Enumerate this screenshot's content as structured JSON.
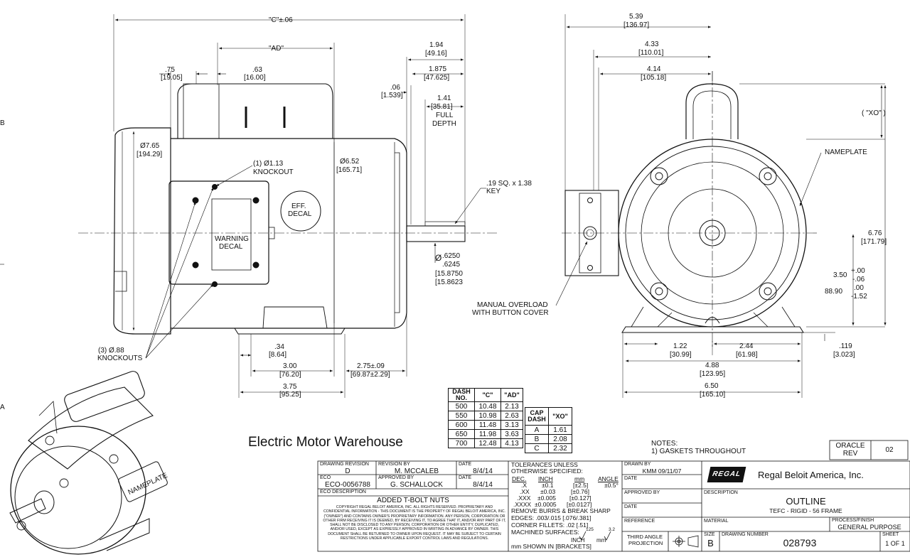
{
  "brand_caption": "Electric Motor Warehouse",
  "side_view": {
    "dim_c": "\"C\"±.06",
    "dim_ad": "\"AD\"",
    "d75": ".75",
    "d75_mm": "[19.05]",
    "d63": ".63",
    "d63_mm": "[16.00]",
    "d194": "1.94",
    "d194_mm": "[49.16]",
    "d1875": "1.875",
    "d1875_mm": "[47.625]",
    "d06": ".06",
    "d06_mm": "[1.539]",
    "d141": "1.41",
    "d141_mm": "[35.81]",
    "full_depth": "FULL",
    "full_depth2": "DEPTH",
    "d765": "Ø7.65",
    "d765_mm": "[194.29]",
    "knockout113": "(1) Ø1.13",
    "knockout113b": "KNOCKOUT",
    "d652": "Ø6.52",
    "d652_mm": "[165.71]",
    "eff_decal": "EFF.",
    "eff_decal2": "DECAL",
    "warning_decal": "WARNING",
    "warning_decal2": "DECAL",
    "key": ".19 SQ. x 1.38",
    "key2": "KEY",
    "shaft1": ".6250",
    "shaft2": ".6245",
    "shaft_mm1": "[15.8750",
    "shaft_mm2": "[15.8623",
    "shaft_phi": "Ø",
    "knockouts088": "(3) Ø.88",
    "knockouts088b": "KNOCKOUTS",
    "d34": ".34",
    "d34_mm": "[8.64]",
    "d300": "3.00",
    "d300_mm": "[76.20]",
    "d375": "3.75",
    "d375_mm": "[95.25]",
    "d275": "2.75±.09",
    "d275_mm": "[69.87±2.29]"
  },
  "end_view": {
    "d539": "5.39",
    "d539_mm": "[136.97]",
    "d433": "4.33",
    "d433_mm": "[110.01]",
    "d414": "4.14",
    "d414_mm": "[105.18]",
    "xo": "( \"XO\" )",
    "nameplate": "NAMEPLATE",
    "d676": "6.76",
    "d676_mm": "[171.79]",
    "d350": "3.50",
    "d350_tol_plus": "+.00",
    "d350_tol_minus": "-.06",
    "d350_mm": "88.90",
    "d350_mm_tol_plus": ".00",
    "d350_mm_tol_minus": "-1.52",
    "manual_overload": "MANUAL OVERLOAD",
    "manual_overload2": "WITH BUTTON COVER",
    "d122": "1.22",
    "d122_mm": "[30.99]",
    "d244": "2.44",
    "d244_mm": "[61.98]",
    "d488": "4.88",
    "d488_mm": "[123.95]",
    "d650": "6.50",
    "d650_mm": "[165.10]",
    "d119": ".119",
    "d119_mm": "[3.023]"
  },
  "iso_view": {
    "nameplate": "NAMEPLATE"
  },
  "dash_table": {
    "headers": [
      "DASH NO.",
      "\"C\"",
      "\"AD\""
    ],
    "rows": [
      [
        "500",
        "10.48",
        "2.13"
      ],
      [
        "550",
        "10.98",
        "2.63"
      ],
      [
        "600",
        "11.48",
        "3.13"
      ],
      [
        "650",
        "11.98",
        "3.63"
      ],
      [
        "700",
        "12.48",
        "4.13"
      ]
    ]
  },
  "cap_table": {
    "headers": [
      "CAP DASH",
      "\"XO\""
    ],
    "rows": [
      [
        "A",
        "1.61"
      ],
      [
        "B",
        "2.08"
      ],
      [
        "C",
        "2.32"
      ]
    ]
  },
  "notes": {
    "title": "NOTES:",
    "line1": "1) GASKETS THROUGHOUT"
  },
  "oracle": {
    "label": "ORACLE",
    "label2": "REV",
    "value": "02"
  },
  "title_block": {
    "drawing_revision_label": "DRAWING REVISION",
    "drawing_revision": "D",
    "revision_by_label": "REVISION BY",
    "revision_by": "M. MCCALEB",
    "date_label": "DATE",
    "revision_date": "8/4/14",
    "eco_label": "ECO",
    "eco": "ECO-0056788",
    "approved_by_label": "APPROVED BY",
    "approved_by": "G. SCHALLOCK",
    "approved_date": "8/4/14",
    "eco_desc_label": "ECO DESCRIPTION",
    "eco_desc": "ADDED T-BOLT NUTS",
    "legal": "COPYRIGHT REGAL BELOIT AMERICA, INC. ALL RIGHTS RESERVED. PROPRIETARY AND CONFIDENTIAL INFORMATION - THIS DOCUMENT IS THE PROPERTY OF REGAL BELOIT AMERICA, INC. (\"OWNER\") AND CONTAINS OWNER'S PROPRIETARY INFORMATION. ANY PERSON, CORPORATION OR OTHER FIRM RECEIVING IT IS DEEMED, BY RECEIVING IT, TO AGREE THAT IT, AND/OR ANY PART OF IT, SHALL NOT BE DISCLOSED TO ANY PERSON, CORPORATION OR OTHER ENTITY, DUPLICATED, AND/OR USED, EXCEPT AS EXPRESSLY APPROVED IN WRITING IN ADVANCE BY OWNER. THIS DOCUMENT SHALL BE RETURNED TO OWNER UPON REQUEST. IT MAY BE SUBJECT TO CERTAIN RESTRICTIONS UNDER APPLICABLE EXPORT CONTROL LAWS AND REGULATIONS.",
    "tolerances_title": "TOLERANCES UNLESS",
    "tolerances_title2": "OTHERWISE SPECIFIED:",
    "tol_dec": "DEC.",
    "tol_inch": "INCH",
    "tol_mm": "mm",
    "tol_angle": "ANGLE",
    "tol_x": ".X",
    "tol_x_in": "±0.1",
    "tol_x_mm": "[±2.5]",
    "tol_angle_val": "±0.5°",
    "tol_xx": ".XX",
    "tol_xx_in": "±0.03",
    "tol_xx_mm": "[±0.76]",
    "tol_xxx": ".XXX",
    "tol_xxx_in": "±0.005",
    "tol_xxx_mm": "[±0.127]",
    "tol_xxxx": ".XXXX",
    "tol_xxxx_in": "±0.0005",
    "tol_xxxx_mm": "[±0.0127]",
    "remove_burrs": "REMOVE BURRS & BREAK SHARP",
    "edges": "EDGES: .003/.015 [.076/.381]",
    "corner_fillets": "CORNER FILLETS: .02 [.51]",
    "machined_surfaces": "MACHINED SURFACES:",
    "ms_inch": "INCH",
    "ms_mm": "mm",
    "ms_125": "125",
    "ms_32": "3.2",
    "mm_shown": "mm SHOWN IN [BRACKETS]",
    "drawn_by_label": "DRAWN BY",
    "drawn_by": "KMM 09/11/07",
    "date_label2": "DATE",
    "approved_by_label2": "APPROVED BY",
    "date_label3": "DATE",
    "reference_label": "REFERENCE",
    "third_angle": "THIRD ANGLE",
    "projection": "PROJECTION",
    "company_logo": "REGAL",
    "company": "Regal Beloit America, Inc.",
    "description_label": "DESCRIPTION",
    "description": "OUTLINE",
    "description2": "TEFC - RIGID - 56 FRAME",
    "material_label": "MATERIAL",
    "process_label": "PROCESS/FINISH",
    "process": "GENERAL PURPOSE",
    "size_label": "SIZE",
    "size": "B",
    "drawing_number_label": "DRAWING NUMBER",
    "drawing_number": "028793",
    "sheet_label": "SHEET",
    "sheet": "1 OF 1"
  },
  "border_letters": {
    "b": "B",
    "a": "A"
  }
}
